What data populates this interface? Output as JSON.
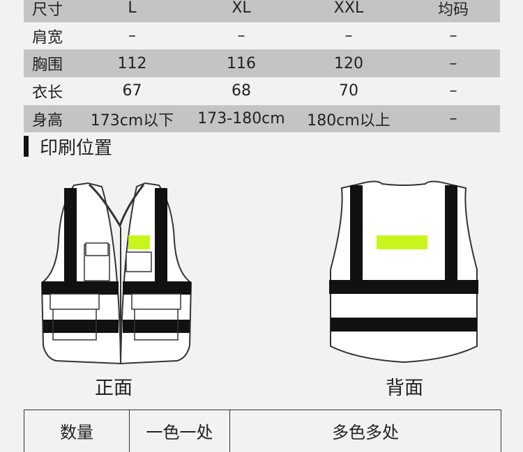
{
  "size_table": {
    "rows": [
      {
        "cells": [
          "尺寸",
          "L",
          "XL",
          "XXL",
          "均码"
        ],
        "shade": "dark"
      },
      {
        "cells": [
          "肩宽",
          "–",
          "–",
          "–",
          "–"
        ],
        "shade": "light"
      },
      {
        "cells": [
          "胸围",
          "112",
          "116",
          "120",
          "–"
        ],
        "shade": "dark"
      },
      {
        "cells": [
          "衣长",
          "67",
          "68",
          "70",
          "–"
        ],
        "shade": "light"
      },
      {
        "cells": [
          "身高",
          "173cm以下",
          "173-180cm",
          "180cm以上",
          "–"
        ],
        "shade": "dark"
      }
    ]
  },
  "print_section": {
    "title": "印刷位置",
    "front_caption": "正面",
    "back_caption": "背面",
    "highlight_color": "#c8f51c"
  },
  "price_table": {
    "headers": [
      "数量",
      "一色一处",
      "多色多处"
    ]
  }
}
